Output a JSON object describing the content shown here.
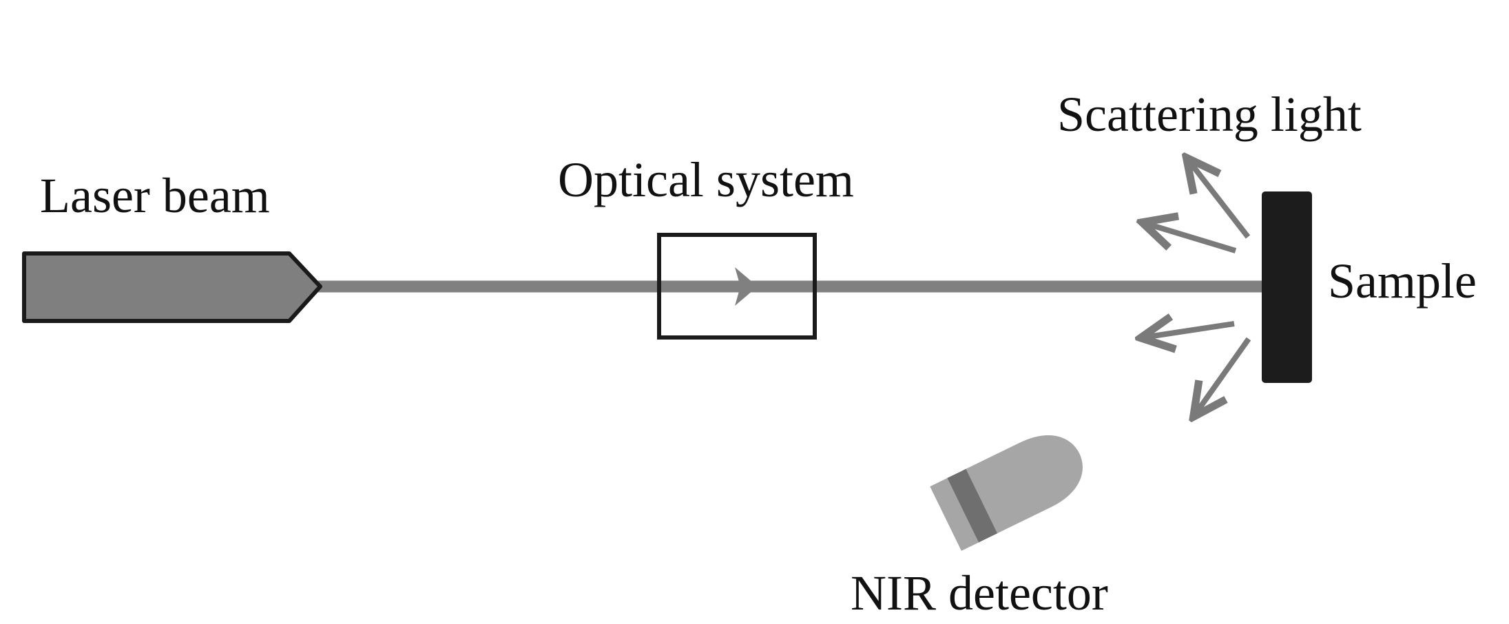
{
  "labels": {
    "laser": "Laser beam",
    "optical": "Optical system",
    "scattering": "Scattering light",
    "sample": "Sample",
    "detector": "NIR detector"
  },
  "colors": {
    "beam": "#808080",
    "laser_body": "#7f7f7f",
    "outline": "#1a1a1a",
    "sample": "#1c1c1c",
    "detector_body": "#a6a6a6",
    "detector_band": "#6f6f6f",
    "arrows": "#7a7a7a",
    "text": "#111111"
  }
}
